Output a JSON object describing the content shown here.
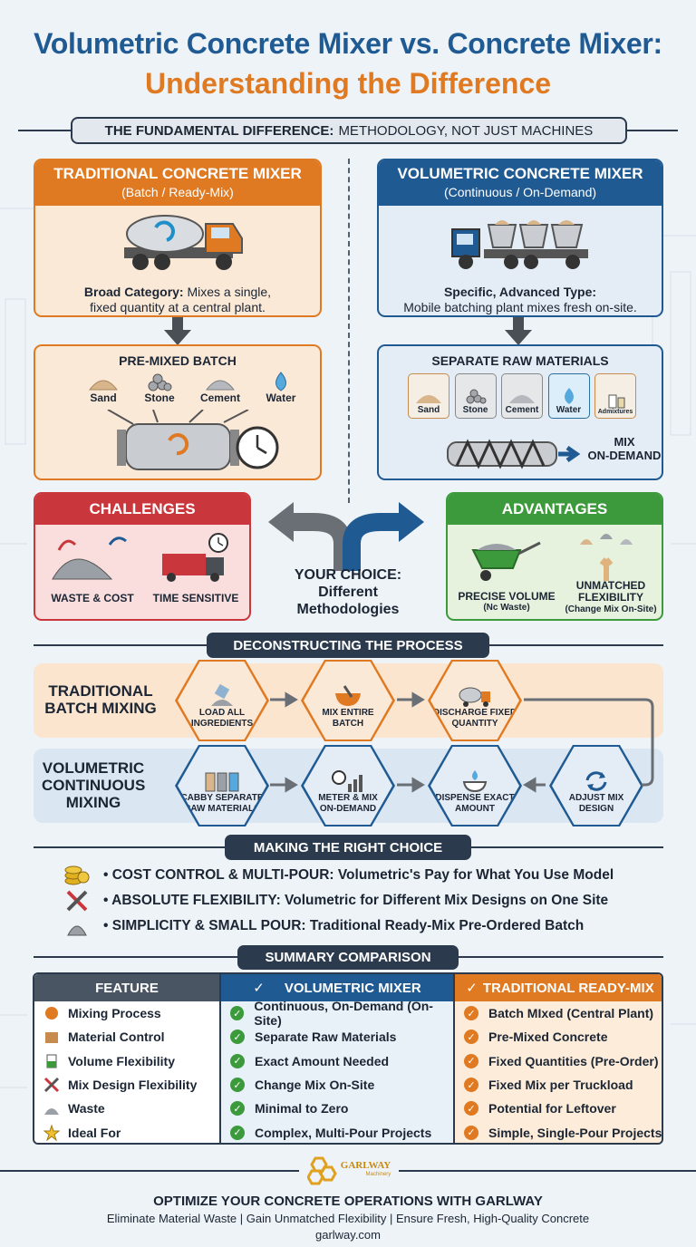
{
  "header": {
    "title_line1": "Volumetric Concrete Mixer vs. Concrete Mixer:",
    "title_line2": "Understanding the Difference",
    "fundamental_bold": "THE FUNDAMENTAL DIFFERENCE:",
    "fundamental_rest": "METHODOLOGY, NOT JUST MACHINES"
  },
  "traditional": {
    "title": "TRADITIONAL CONCRETE MIXER",
    "subtitle": "(Batch / Ready-Mix)",
    "desc_bold": "Broad Category:",
    "desc_rest1": " Mixes a single,",
    "desc_line2": "fixed quantity at a central plant.",
    "batch_title": "PRE-MIXED BATCH",
    "ingredients": [
      "Sand",
      "Stone",
      "Cement",
      "Water"
    ]
  },
  "volumetric": {
    "title": "VOLUMETRIC CONCRETE MIXER",
    "subtitle": "(Continuous / On-Demand)",
    "desc_bold": "Specific, Advanced Type:",
    "desc_line2": "Mobile batching plant mixes fresh on-site.",
    "raw_title": "SEPARATE RAW MATERIALS",
    "materials": [
      "Sand",
      "Stone",
      "Cement",
      "Water",
      "Admixtures"
    ],
    "mix_label_1": "MIX",
    "mix_label_2": "ON-DEMAND"
  },
  "challenges": {
    "title": "CHALLENGES",
    "items": [
      "WASTE & COST",
      "TIME SENSITIVE"
    ]
  },
  "advantages": {
    "title": "ADVANTAGES",
    "item1": "PRECISE VOLUME",
    "item1_sub": "(Nc Waste)",
    "item2_line1": "UNMATCHED",
    "item2_line2": "FLEXIBILITY",
    "item2_sub": "(Change Mix On-Site)"
  },
  "choice": {
    "line1": "YOUR CHOICE:",
    "line2": "Different",
    "line3": "Methodologies"
  },
  "process": {
    "title": "DECONSTRUCTING THE PROCESS",
    "traditional_label_1": "TRADITIONAL",
    "traditional_label_2": "BATCH MIXING",
    "traditional_steps": [
      {
        "l1": "LOAD ALL",
        "l2": "INGREDIENTS"
      },
      {
        "l1": "MIX ENTIRE",
        "l2": "BATCH"
      },
      {
        "l1": "DISCHARGE FIXED",
        "l2": "QUANTITY"
      }
    ],
    "volumetric_label_1": "VOLUMETRIC",
    "volumetric_label_2": "CONTINUOUS",
    "volumetric_label_3": "MIXING",
    "volumetric_steps": [
      {
        "l1": "CABBY SEPARATE",
        "l2": "RAW MATERIALS"
      },
      {
        "l1": "METER & MIX",
        "l2": "ON-DEMAND"
      },
      {
        "l1": "DISPENSE EXACT",
        "l2": "AMOUNT"
      },
      {
        "l1": "ADJUST MIX",
        "l2": "DESIGN"
      }
    ]
  },
  "right_choice": {
    "title": "MAKING THE RIGHT CHOICE",
    "items": [
      "• COST CONTROL & MULTI-POUR: Volumetric's Pay for What You Use Model",
      "• ABSOLUTE FLEXIBILITY: Volumetric for Different Mix Designs on One Site",
      "• SIMPLICITY & SMALL POUR: Traditional Ready-Mix Pre-Ordered Batch"
    ]
  },
  "summary": {
    "title": "SUMMARY COMPARISON",
    "col_feature": "FEATURE",
    "col_volumetric": "VOLUMETRIC MIXER",
    "col_traditional": "TRADITIONAL READY-MIX",
    "check": "✓",
    "features": [
      "Mixing Process",
      "Material Control",
      "Volume Flexibility",
      "Mix Design Flexibility",
      "Waste",
      "Ideal For"
    ],
    "volumetric": [
      "Continuous, On-Demand (On-Site)",
      "Separate Raw Materials",
      "Exact Amount Needed",
      "Change Mix On-Site",
      "Minimal to Zero",
      "Complex, Multi-Pour Projects"
    ],
    "traditional": [
      "Batch MIxed (Central Plant)",
      "Pre-Mixed Concrete",
      "Fixed Quantities (Pre-Order)",
      "Fixed Mix per Truckload",
      "Potential for Leftover",
      "Simple, Single-Pour Projects"
    ]
  },
  "logo": {
    "name": "GARLWAY",
    "tag": "Machinery"
  },
  "footer": {
    "line1": "OPTIMIZE YOUR CONCRETE OPERATIONS WITH GARLWAY",
    "line2": "Eliminate Material Waste | Gain Unmatched Flexibility | Ensure Fresh, High-Quality Concrete",
    "line3": "garlway.com"
  },
  "colors": {
    "orange": "#e07a22",
    "blue": "#1f5a93",
    "red": "#c9363b",
    "green": "#3c9a3c",
    "dark": "#2b3a4d"
  }
}
